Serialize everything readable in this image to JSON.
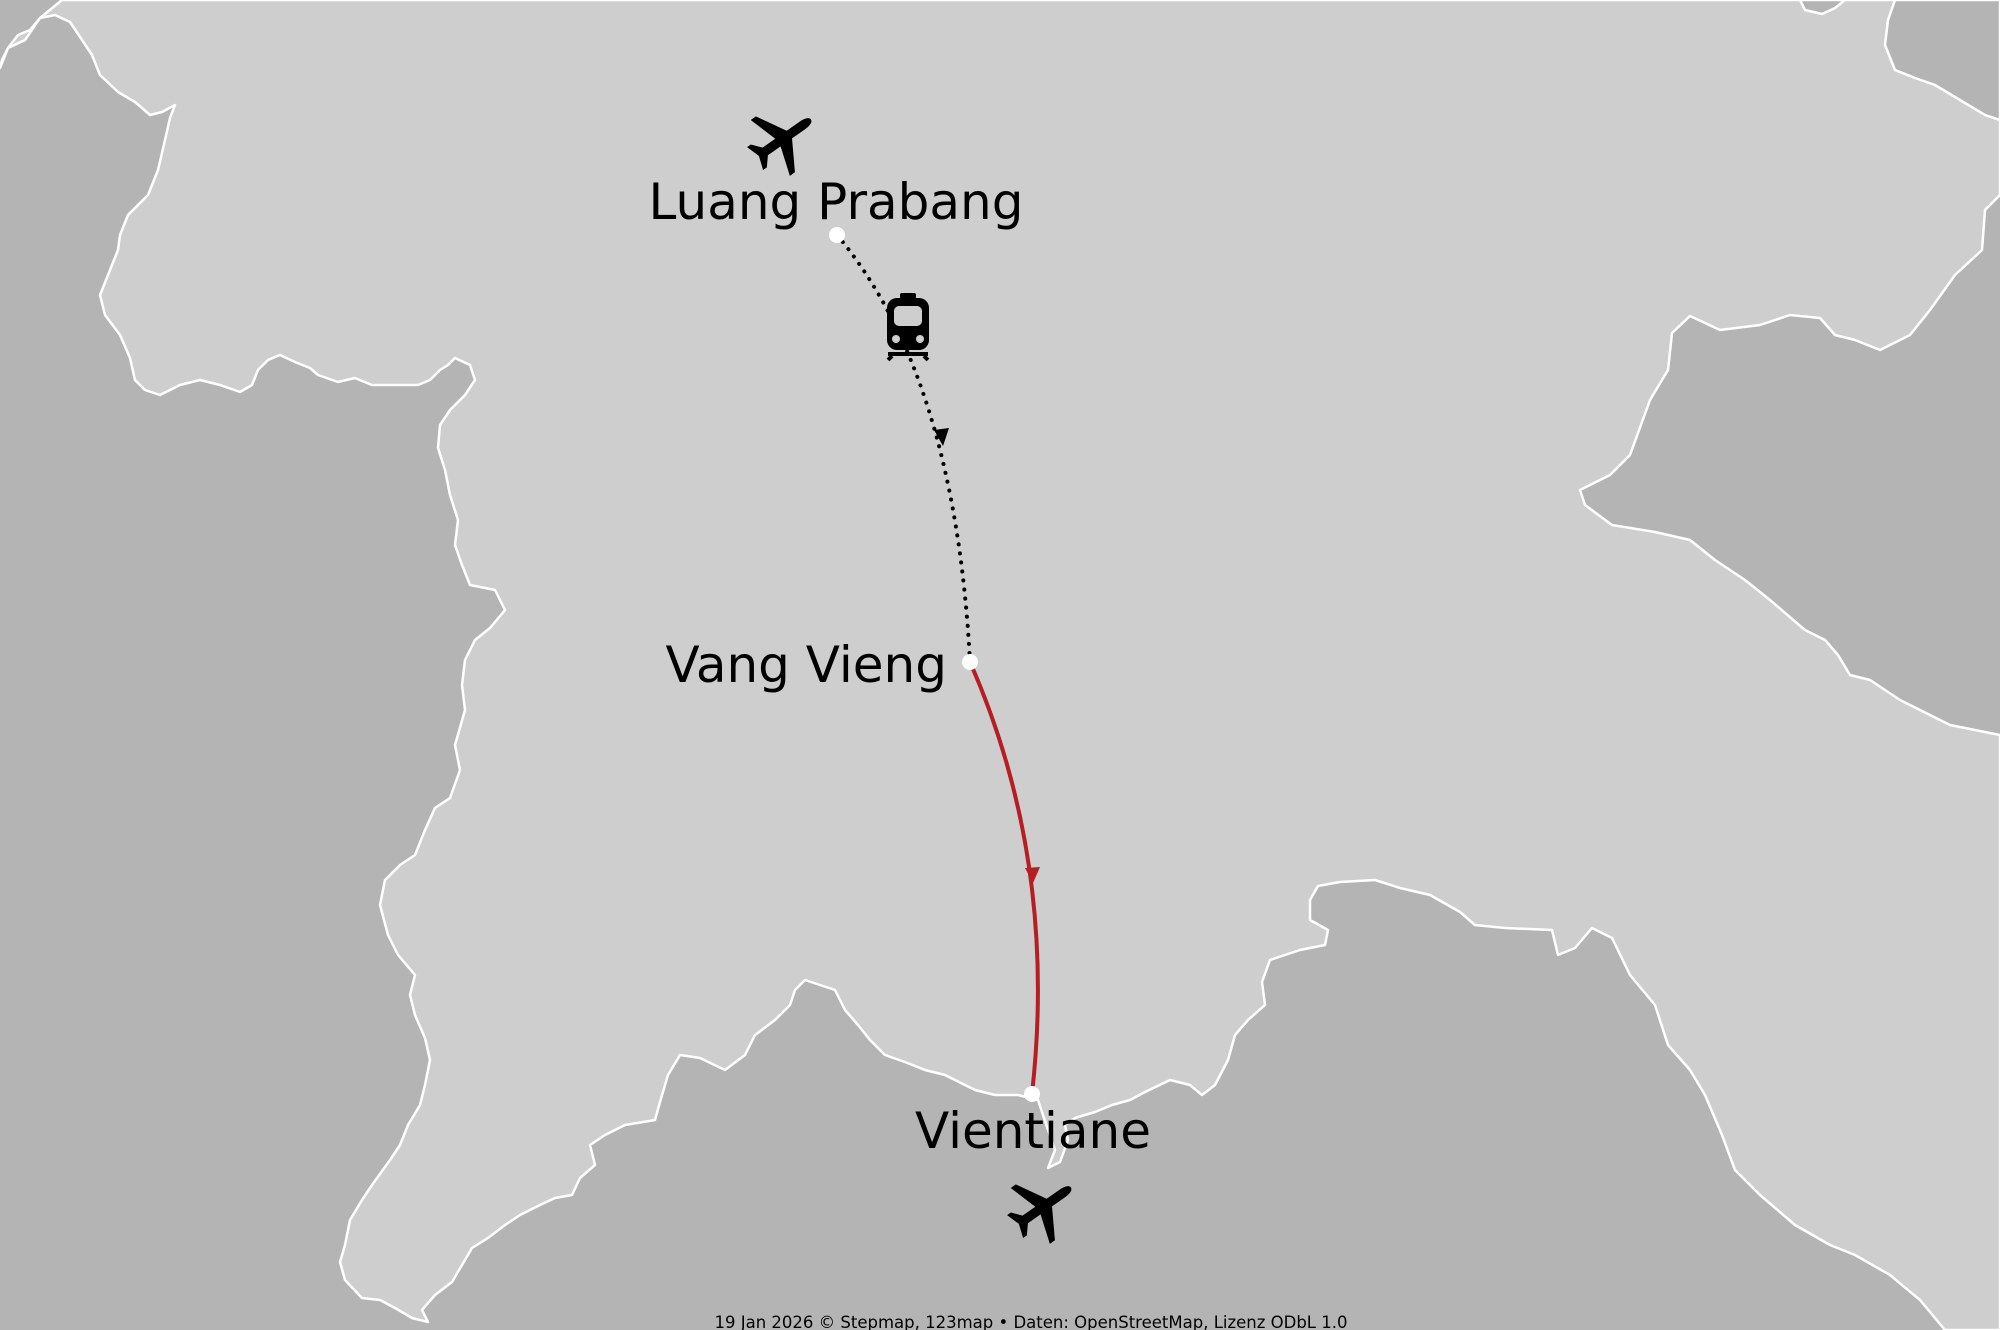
{
  "colors": {
    "laos_land": "#cecece",
    "neighbor_land": "#b4b4b4",
    "border": "#ffffff",
    "route_train": "#000000",
    "route_road": "#b51e22",
    "stop_marker": "#ffffff",
    "icon": "#000000"
  },
  "cities": [
    {
      "name": "Luang Prabang"
    },
    {
      "name": "Vang Vieng"
    },
    {
      "name": "Vientiane"
    }
  ],
  "routes": [
    {
      "from": "Luang Prabang",
      "to": "Vang Vieng",
      "mode": "train",
      "style": "dotted"
    },
    {
      "from": "Vang Vieng",
      "to": "Vientiane",
      "mode": "road",
      "style": "solid"
    }
  ],
  "icons": [
    "airplane-icon",
    "train-icon",
    "airplane-icon"
  ],
  "attribution": "19 Jan 2026 © Stepmap, 123map • Daten: OpenStreetMap, Lizenz ODbL 1.0"
}
